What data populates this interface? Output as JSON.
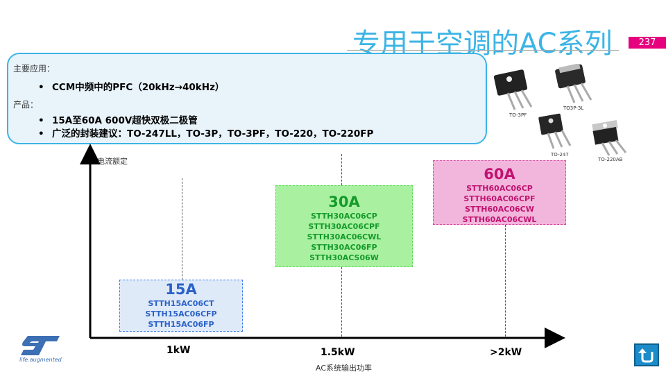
{
  "slide": {
    "title": "专用于空调的AC系列",
    "page_number": "237"
  },
  "info": {
    "applications_label": "主要应用：",
    "applications": [
      "CCM中频中的PFC（20kHz→40kHz）"
    ],
    "products_label": "产品：",
    "products": [
      "15A至60A 600V超快双极二极管",
      "广泛的封装建议：TO-247LL，TO-3P，TO-3PF，TO-220，TO-220FP"
    ],
    "bullet": "•"
  },
  "packages": [
    {
      "label": "TO-3PF",
      "icon": "to-3pf-package-icon"
    },
    {
      "label": "TO3P-3L",
      "icon": "to3p-3l-package-icon"
    },
    {
      "label": "TO-247",
      "icon": "to-247-package-icon"
    },
    {
      "label": "TO-220AB",
      "icon": "to-220ab-package-icon"
    }
  ],
  "chart": {
    "y_axis_label": "电流额定",
    "x_axis_label": "AC系统输出功率",
    "x_ticks": [
      "1kW",
      "1.5kW",
      ">2kW"
    ],
    "groups": [
      {
        "current": "15A",
        "color": "#2b62c8",
        "parts": [
          "STTH15AC06CT",
          "STTH15AC06CFP",
          "STTH15AC06FP"
        ]
      },
      {
        "current": "30A",
        "color": "#159a2b",
        "parts": [
          "STTH30AC06CP",
          "STTH30AC06CPF",
          "STTH30AC06CWL",
          "STTH30AC06FP",
          "STTH30ACS06W"
        ]
      },
      {
        "current": "60A",
        "color": "#c0146f",
        "parts": [
          "STTH60AC06CP",
          "STTH60AC06CPF",
          "STTH60AC06CW",
          "STTH60AC06CWL"
        ]
      }
    ]
  },
  "footer": {
    "logo_text": "life.augmented",
    "logo_icon": "st-logo-icon",
    "back_icon": "return-arrow-icon"
  },
  "colors": {
    "title": "#3cb4e6",
    "accent_pink": "#e6007e",
    "info_border": "#3cb4e6"
  }
}
